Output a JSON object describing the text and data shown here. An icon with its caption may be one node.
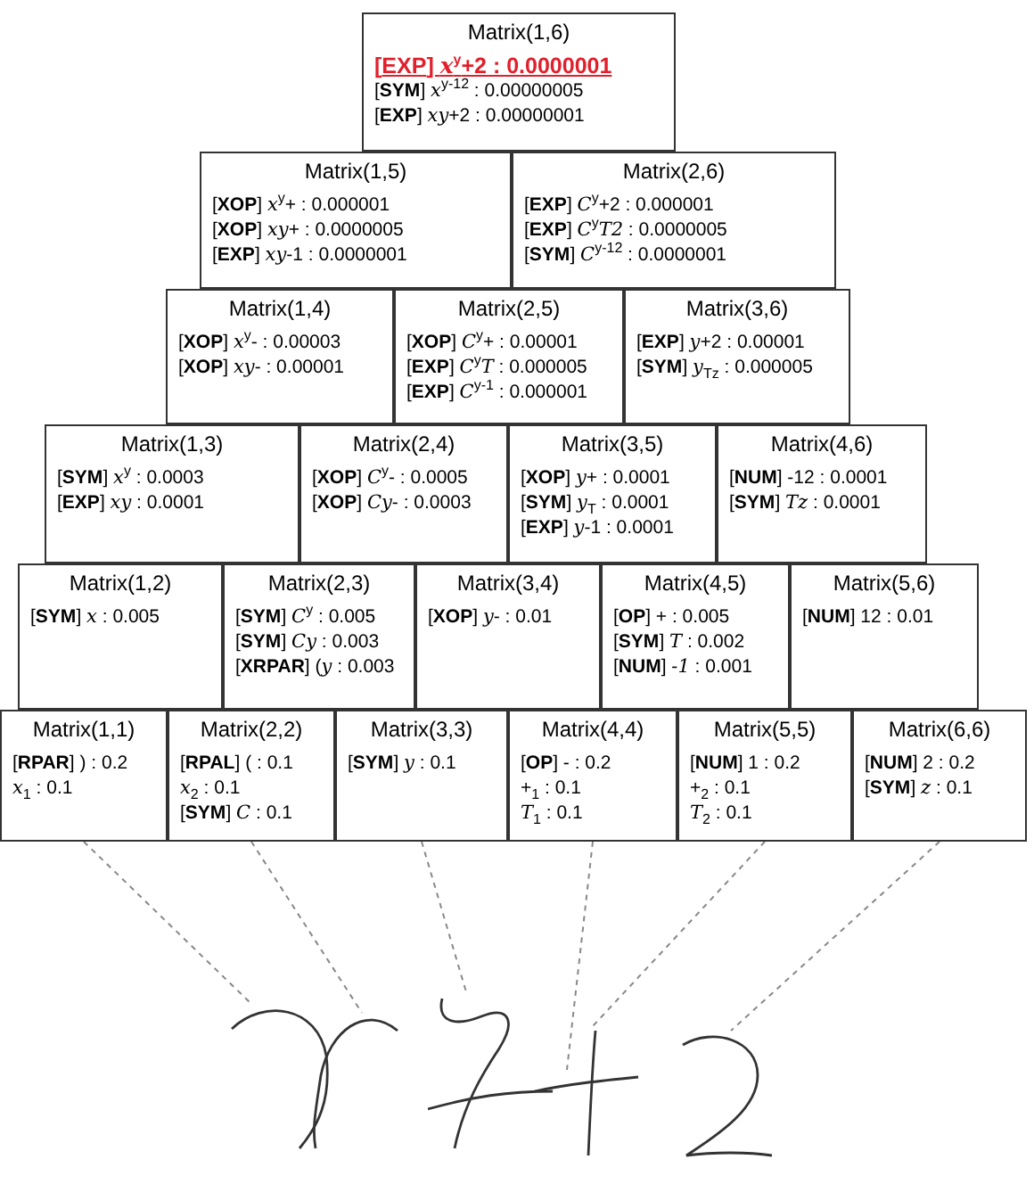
{
  "diagram": {
    "nodes": [
      {
        "text": [
          "Matrix(1,6)",
          "[**EXP**] *x*$^{y}$+2 : 0.0000001",
          "[**SYM**] *x*$^{y-12}$ : 0.00000005",
          "[**EXP**] *xy*+2 : 0.00000001"
        ]
      },
      {
        "text": [
          "Matrix(1,5)",
          "[**XOP**] *x*$^{y}$+ : 0.000001",
          "[**XOP**] *xy*+ : 0.0000005",
          "[**EXP**] *xy*-1 : 0.0000001"
        ]
      },
      {
        "text": [
          "Matrix(2,6)",
          "[**EXP**] *C*$^{y}$+2 : 0.000001",
          "[**EXP**] *C*$^{y}$*T2* : 0.0000005",
          "[**SYM**] *C*$^{y-12}$ : 0.0000001"
        ]
      },
      {
        "text": [
          "Matrix(1,4)",
          "[**XOP**] *x*$^{y}$- : 0.00003",
          "[**XOP**] *xy*- : 0.00001"
        ]
      },
      {
        "text": [
          "Matrix(2,5)",
          "[**XOP**] *C*$^{y}$+ : 0.00001",
          "[**EXP**] *C*$^{y}$*T* : 0.000005",
          "[**EXP**] *C*$^{y-1}$ : 0.000001"
        ]
      },
      {
        "text": [
          "Matrix(3,6)",
          "[**EXP**] *y*+2 : 0.00001",
          "[**SYM**] *y*$_{Tz}$ : 0.000005"
        ]
      },
      {
        "text": [
          "Matrix(1,3)",
          "[**SYM**] *x*$^{y}$ : 0.0003",
          "[**EXP**] *xy* : 0.0001"
        ]
      },
      {
        "text": [
          "Matrix(2,4)",
          "[**XOP**] *C*$^{y}$- : 0.0005",
          "[**XOP**] *Cy*- : 0.0003"
        ]
      },
      {
        "text": [
          "Matrix(3,5)",
          "[**XOP**] *y*+ : 0.0001",
          "[**SYM**] *y*$_{T}$ : 0.0001",
          "[**EXP**] *y*-1 : 0.0001"
        ]
      },
      {
        "text": [
          "Matrix(4,6)",
          "[**NUM**] -12 : 0.0001",
          "[**SYM**] *Tz* : 0.0001"
        ]
      },
      {
        "text": [
          "Matrix(1,2)",
          "[**SYM**] *x* : 0.005"
        ]
      },
      {
        "text": [
          "Matrix(2,3)",
          "[**SYM**] *C*$^{y}$ : 0.005",
          "[**SYM**] *Cy* : 0.003",
          "[**XRPAR**] (*y* : 0.003"
        ]
      },
      {
        "text": [
          "Matrix(3,4)",
          "[**XOP**] *y*- : 0.01"
        ]
      },
      {
        "text": [
          "Matrix(4,5)",
          "[**OP**] + : 0.005",
          "[**SYM**] *T* : 0.002",
          "[**NUM**] -*1* : 0.001"
        ]
      },
      {
        "text": [
          "Matrix(5,6)",
          "[**NUM**] 12 : 0.01"
        ]
      },
      {
        "text": [
          "Matrix(1,1)",
          "[**RPAR**] ) : 0.2",
          "*x*$_{1}$ : 0.1"
        ]
      },
      {
        "text": [
          "Matrix(2,2)",
          "[**RPAL**] ( : 0.1",
          "*x*$_{2}$ : 0.1",
          "[**SYM**] *C* : 0.1"
        ]
      },
      {
        "text": [
          "Matrix(3,3)",
          "[**SYM**] *y* : 0.1"
        ]
      },
      {
        "text": [
          "Matrix(4,4)",
          "[**OP**] - : 0.2",
          "+$_{1}$ : 0.1",
          "*T*$_{1}$ : 0.1"
        ]
      },
      {
        "text": [
          "Matrix(5,5)",
          "[**NUM**] 1 : 0.2",
          "+$_{2}$ : 0.1",
          "*T*$_{2}$ : 0.1"
        ]
      },
      {
        "text": [
          "Matrix(6,6)",
          "[**NUM**] 2 : 0.2",
          "[**SYM**] *z* : 0.1"
        ]
      },
      {
        "text": [],
        "shape": "picture"
      },
      {
        "text": [],
        "shape": "picture"
      },
      {
        "text": [],
        "shape": "picture"
      },
      {
        "text": [],
        "shape": "picture"
      },
      {
        "text": [],
        "shape": "picture"
      },
      {
        "text": [],
        "shape": "picture"
      }
    ],
    "edges": [
      {
        "from": 15,
        "to": 21,
        "arrow": "none",
        "style": "dashed"
      },
      {
        "from": 16,
        "to": 22,
        "arrow": "none",
        "style": "dashed"
      },
      {
        "from": 17,
        "to": 23,
        "arrow": "none",
        "style": "dashed"
      },
      {
        "from": 18,
        "to": 24,
        "arrow": "none",
        "style": "dashed"
      },
      {
        "from": 19,
        "to": 25,
        "arrow": "none",
        "style": "dashed"
      },
      {
        "from": 20,
        "to": 26,
        "arrow": "none",
        "style": "dashed"
      }
    ]
  }
}
